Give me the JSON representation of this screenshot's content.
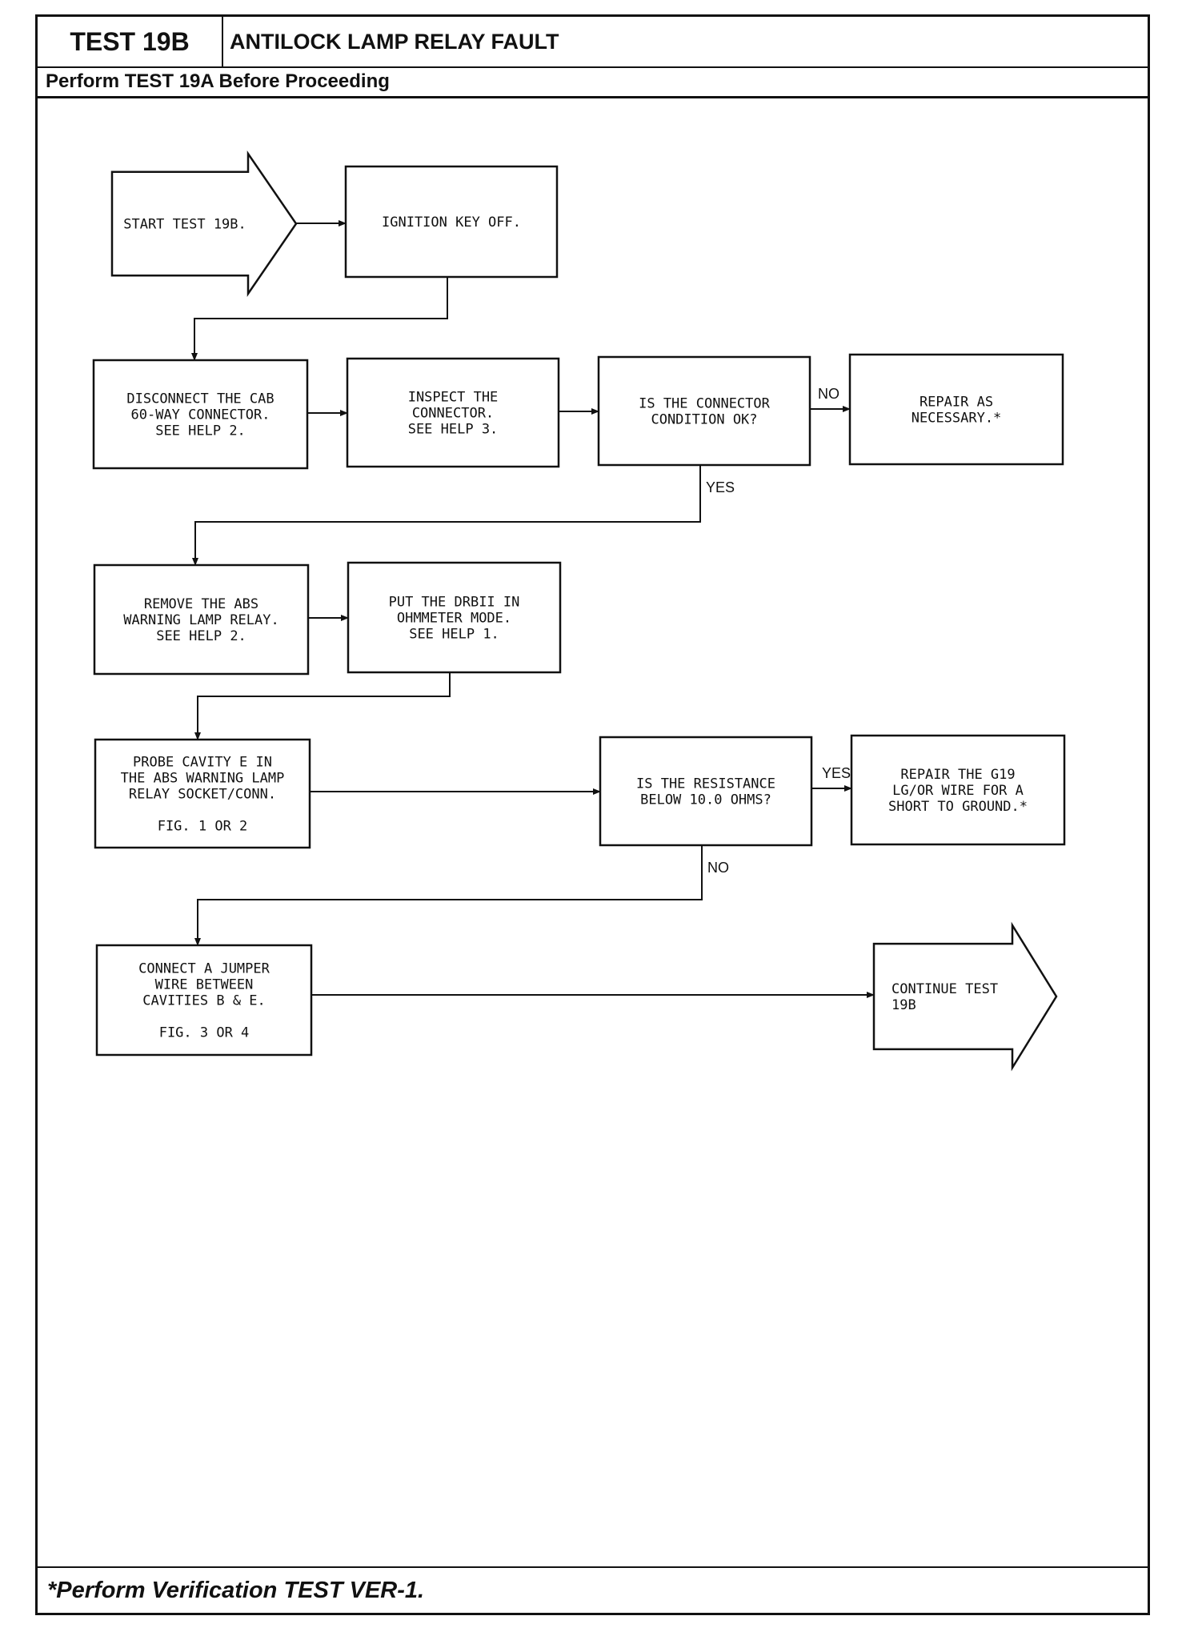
{
  "header": {
    "test_id": "TEST 19B",
    "title": "ANTILOCK LAMP RELAY FAULT",
    "prerequisite": "Perform TEST 19A Before Proceeding"
  },
  "footer": {
    "note": "*Perform Verification TEST VER-1."
  },
  "flowchart": {
    "nodes": {
      "start": [
        "START TEST 19B."
      ],
      "ignition": [
        "IGNITION KEY OFF."
      ],
      "disconnect": [
        "DISCONNECT THE CAB",
        "60-WAY CONNECTOR.",
        "SEE HELP 2."
      ],
      "inspect": [
        "INSPECT THE",
        "CONNECTOR.",
        "SEE HELP 3."
      ],
      "connector_ok": [
        "IS THE CONNECTOR",
        "CONDITION OK?"
      ],
      "repair_nec": [
        "REPAIR AS",
        "NECESSARY.*"
      ],
      "remove_relay": [
        "REMOVE THE ABS",
        "WARNING LAMP RELAY.",
        "SEE HELP 2."
      ],
      "drbii": [
        "PUT THE DRBII IN",
        "OHMMETER MODE.",
        "SEE HELP 1."
      ],
      "probe": [
        "PROBE CAVITY E IN",
        "THE ABS WARNING LAMP",
        "RELAY SOCKET/CONN.",
        "",
        "FIG. 1 OR 2"
      ],
      "resistance": [
        "IS THE RESISTANCE",
        "BELOW 10.0 OHMS?"
      ],
      "repair_g19": [
        "REPAIR THE G19",
        "LG/OR WIRE FOR A",
        "SHORT TO GROUND.*"
      ],
      "jumper": [
        "CONNECT A JUMPER",
        "WIRE BETWEEN",
        "CAVITIES B & E.",
        "",
        "FIG. 3 OR 4"
      ],
      "continue": [
        "CONTINUE TEST",
        "19B"
      ]
    },
    "edge_labels": {
      "connector_no": "NO",
      "connector_yes": "YES",
      "resistance_yes": "YES",
      "resistance_no": "NO"
    }
  }
}
